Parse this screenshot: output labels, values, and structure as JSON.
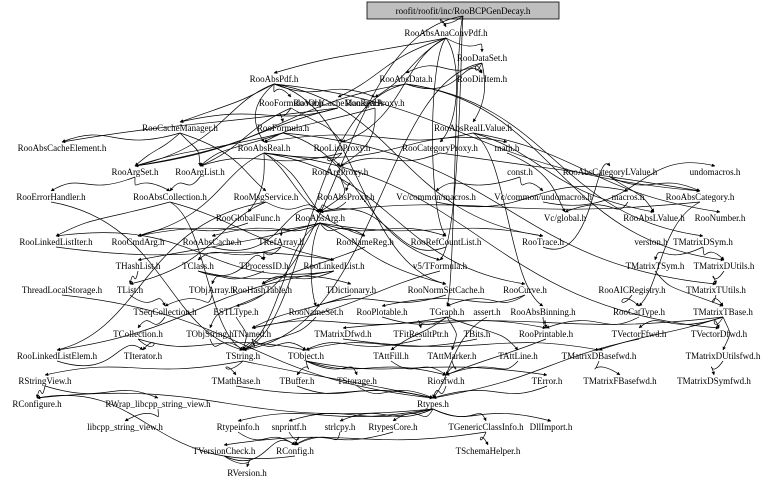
{
  "diagram": {
    "root": "roofit/roofit/inc/RooBCPGenDecay.h",
    "nodes": [
      "roofit/roofit/inc/RooBCPGenDecay.h",
      "RooAbsAnaConvPdf.h",
      "RooDataSet.h",
      "RooDirItem.h",
      "RooAbsPdf.h",
      "RooAbsData.h",
      "RooObjCacheManager.h",
      "RooFormulaVar.h",
      "RooRealProxy.h",
      "RooCacheManager.h",
      "RooFormula.h",
      "RooAbsRealLValue.h",
      "RooAbsCacheElement.h",
      "RooAbsReal.h",
      "RooListProxy.h",
      "RooCategoryProxy.h",
      "math.h",
      "RooArgSet.h",
      "RooArgList.h",
      "RooArgProxy.h",
      "const.h",
      "RooAbsCategoryLValue.h",
      "undomacros.h",
      "RooErrorHandler.h",
      "RooAbsCollection.h",
      "RooMsgService.h",
      "RooAbsProxy.h",
      "Vc/common/macros.h",
      "Vc/common/undomacros.h",
      "macros.h",
      "RooAbsCategory.h",
      "RooGlobalFunc.h",
      "RooAbsArg.h",
      "Vc/global.h",
      "RooAbsLValue.h",
      "RooNumber.h",
      "RooLinkedListIter.h",
      "RooCmdArg.h",
      "RooAbsCache.h",
      "TRefArray.h",
      "RooNameReg.h",
      "RooRefCountList.h",
      "RooTrace.h",
      "version.h",
      "TMatrixDSym.h",
      "THashList.h",
      "TClass.h",
      "TProcessID.h",
      "RooLinkedList.h",
      "v5/TFormula.h",
      "TMatrixTSym.h",
      "TMatrixDUtils.h",
      "ThreadLocalStorage.h",
      "TList.h",
      "TObjArray.h",
      "RooHashTable.h",
      "TDictionary.h",
      "RooNormSetCache.h",
      "RooCurve.h",
      "RooAICRegistry.h",
      "TMatrixTUtils.h",
      "TSeqCollection.h",
      "ESTLType.h",
      "RooNameSet.h",
      "RooPlotable.h",
      "TGraph.h",
      "assert.h",
      "RooAbsBinning.h",
      "RooCatType.h",
      "TMatrixTBase.h",
      "TCollection.h",
      "TObjString.h",
      "TNamed.h",
      "TMatrixDfwd.h",
      "TFitResultPtr.h",
      "TBits.h",
      "RooPrintable.h",
      "TVectorFfwd.h",
      "TVectorDfwd.h",
      "RooLinkedListElem.h",
      "TIterator.h",
      "TString.h",
      "TObject.h",
      "TAttFill.h",
      "TAttMarker.h",
      "TAttLine.h",
      "TMatrixDBasefwd.h",
      "TMatrixDUtilsfwd.h",
      "RStringView.h",
      "TMathBase.h",
      "TBuffer.h",
      "TStorage.h",
      "Riosfwd.h",
      "TError.h",
      "TMatrixFBasefwd.h",
      "TMatrixDSymfwd.h",
      "RConfigure.h",
      "RWrap_libcpp_string_view.h",
      "Rtypes.h",
      "libcpp_string_view.h",
      "Rtypeinfo.h",
      "snprintf.h",
      "strlcpy.h",
      "RtypesCore.h",
      "TGenericClassInfo.h",
      "DllImport.h",
      "TVersionCheck.h",
      "RConfig.h",
      "TSchemaHelper.h",
      "RVersion.h"
    ]
  }
}
